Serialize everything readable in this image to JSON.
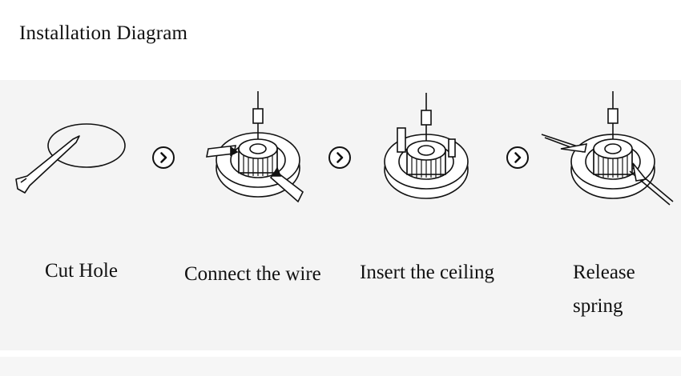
{
  "title": "Installation Diagram",
  "steps": [
    {
      "label": "Cut Hole"
    },
    {
      "label": "Connect the wire"
    },
    {
      "label": "Insert the ceiling"
    },
    {
      "label": "Release spring"
    }
  ],
  "icons": {
    "next": "chevron-right-icon",
    "knife": "utility-knife-icon",
    "hole": "hole-outline-icon",
    "downlight": "downlight-fixture-icon"
  }
}
